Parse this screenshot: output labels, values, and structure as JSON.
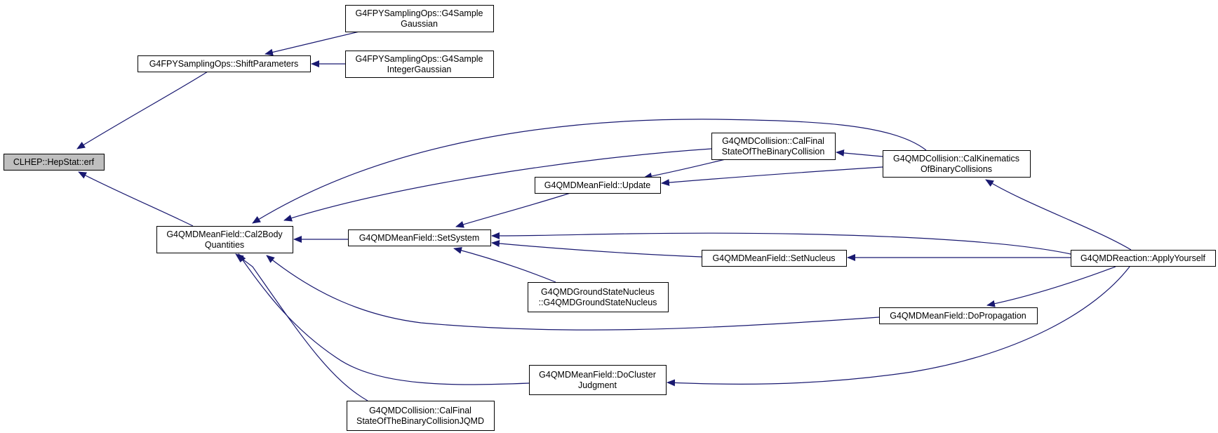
{
  "nodes": [
    {
      "id": "erf",
      "lines": [
        "CLHEP::HepStat::erf"
      ],
      "highlighted": true
    },
    {
      "id": "shift",
      "lines": [
        "G4FPYSamplingOps::ShiftParameters"
      ]
    },
    {
      "id": "gauss",
      "lines": [
        "G4FPYSamplingOps::G4Sample",
        "Gaussian"
      ]
    },
    {
      "id": "intgauss",
      "lines": [
        "G4FPYSamplingOps::G4Sample",
        "IntegerGaussian"
      ]
    },
    {
      "id": "cal2body",
      "lines": [
        "G4QMDMeanField::Cal2Body",
        "Quantities"
      ]
    },
    {
      "id": "setsystem",
      "lines": [
        "G4QMDMeanField::SetSystem"
      ]
    },
    {
      "id": "update",
      "lines": [
        "G4QMDMeanField::Update"
      ]
    },
    {
      "id": "calfinal",
      "lines": [
        "G4QMDCollision::CalFinal",
        "StateOfTheBinaryCollision"
      ]
    },
    {
      "id": "calkin",
      "lines": [
        "G4QMDCollision::CalKinematics",
        "OfBinaryCollisions"
      ]
    },
    {
      "id": "setnucleus",
      "lines": [
        "G4QMDMeanField::SetNucleus"
      ]
    },
    {
      "id": "apply",
      "lines": [
        "G4QMDReaction::ApplyYourself"
      ]
    },
    {
      "id": "groundstate",
      "lines": [
        "G4QMDGroundStateNucleus",
        "::G4QMDGroundStateNucleus"
      ]
    },
    {
      "id": "doprop",
      "lines": [
        "G4QMDMeanField::DoPropagation"
      ]
    },
    {
      "id": "docluster",
      "lines": [
        "G4QMDMeanField::DoCluster",
        "Judgment"
      ]
    },
    {
      "id": "calfinaljqmd",
      "lines": [
        "G4QMDCollision::CalFinal",
        "StateOfTheBinaryCollisionJQMD"
      ]
    }
  ],
  "edges": [
    {
      "from": "shift",
      "to": "erf"
    },
    {
      "from": "gauss",
      "to": "shift"
    },
    {
      "from": "intgauss",
      "to": "shift"
    },
    {
      "from": "cal2body",
      "to": "erf"
    },
    {
      "from": "setsystem",
      "to": "cal2body"
    },
    {
      "from": "update",
      "to": "setsystem"
    },
    {
      "from": "calfinal",
      "to": "update"
    },
    {
      "from": "calfinal",
      "to": "cal2body"
    },
    {
      "from": "calkin",
      "to": "calfinal"
    },
    {
      "from": "calkin",
      "to": "update"
    },
    {
      "from": "calkin",
      "to": "cal2body"
    },
    {
      "from": "apply",
      "to": "calkin"
    },
    {
      "from": "apply",
      "to": "setsystem"
    },
    {
      "from": "setnucleus",
      "to": "setsystem"
    },
    {
      "from": "apply",
      "to": "setnucleus"
    },
    {
      "from": "groundstate",
      "to": "setsystem"
    },
    {
      "from": "doprop",
      "to": "apply"
    },
    {
      "from": "doprop",
      "to": "cal2body"
    },
    {
      "from": "apply",
      "to": "docluster"
    },
    {
      "from": "docluster",
      "to": "cal2body"
    },
    {
      "from": "calfinaljqmd",
      "to": "cal2body"
    }
  ],
  "colors": {
    "edge": "#191970",
    "node_border": "#000000",
    "node_fill": "#ffffff",
    "highlight_fill": "#bfbfbf"
  }
}
